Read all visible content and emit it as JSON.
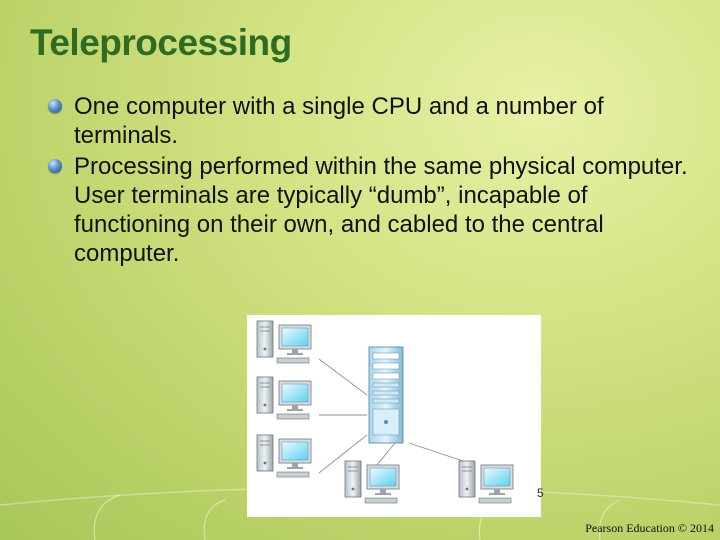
{
  "slide": {
    "title": "Teleprocessing",
    "bullets": [
      "One computer with a single CPU and a number of terminals.",
      "Processing performed within the same physical computer. User terminals are typically “dumb”, incapable of functioning on their own, and cabled to the central computer."
    ],
    "page_number": "5",
    "copyright": "Pearson Education © 2014"
  },
  "colors": {
    "background": "#cfe07e",
    "title": "#2e6b23",
    "bullet": "#3a6ea8"
  },
  "diagram": {
    "icons": [
      "server-icon",
      "terminal-icon"
    ]
  }
}
